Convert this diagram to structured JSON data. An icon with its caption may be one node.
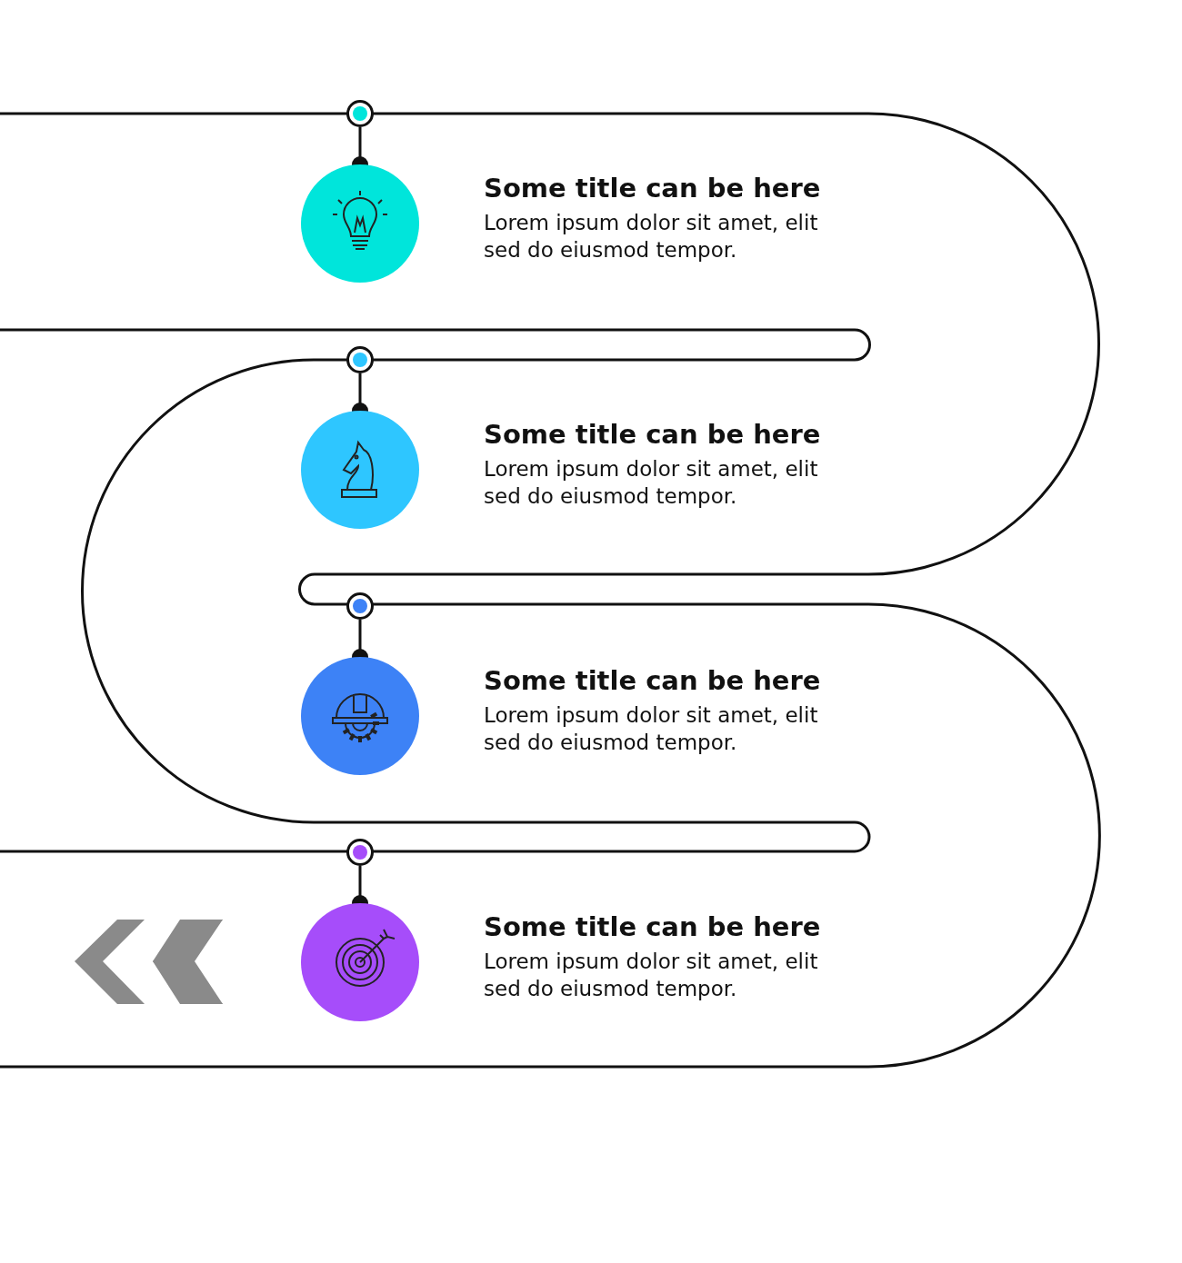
{
  "diagram": {
    "nodes": [
      {
        "text": [],
        "shape": "circle"
      },
      {
        "text": [],
        "shape": "circle",
        "beside": [
          "Some title can be here",
          "Lorem ipsum dolor sit amet, elit sed do eiusmod tempor."
        ]
      },
      {
        "text": [],
        "shape": "circle"
      },
      {
        "text": [],
        "shape": "circle",
        "beside": [
          "Some title can be here",
          "Lorem ipsum dolor sit amet, elit sed do eiusmod tempor."
        ]
      },
      {
        "text": [],
        "shape": "circle"
      },
      {
        "text": [],
        "shape": "circle",
        "beside": [
          "Some title can be here",
          "Lorem ipsum dolor sit amet, elit sed do eiusmod tempor."
        ]
      },
      {
        "text": [],
        "shape": "circle"
      },
      {
        "text": [],
        "shape": "circle",
        "beside": [
          "Some title can be here",
          "Lorem ipsum dolor sit amet, elit sed do eiusmod tempor."
        ]
      }
    ],
    "edges": [
      {
        "from": 0,
        "to": 1,
        "arrow": "other"
      },
      {
        "from": 2,
        "to": 3,
        "arrow": "other"
      },
      {
        "from": 4,
        "to": 5,
        "arrow": "other"
      },
      {
        "from": 6,
        "to": 7,
        "arrow": "other"
      }
    ]
  }
}
